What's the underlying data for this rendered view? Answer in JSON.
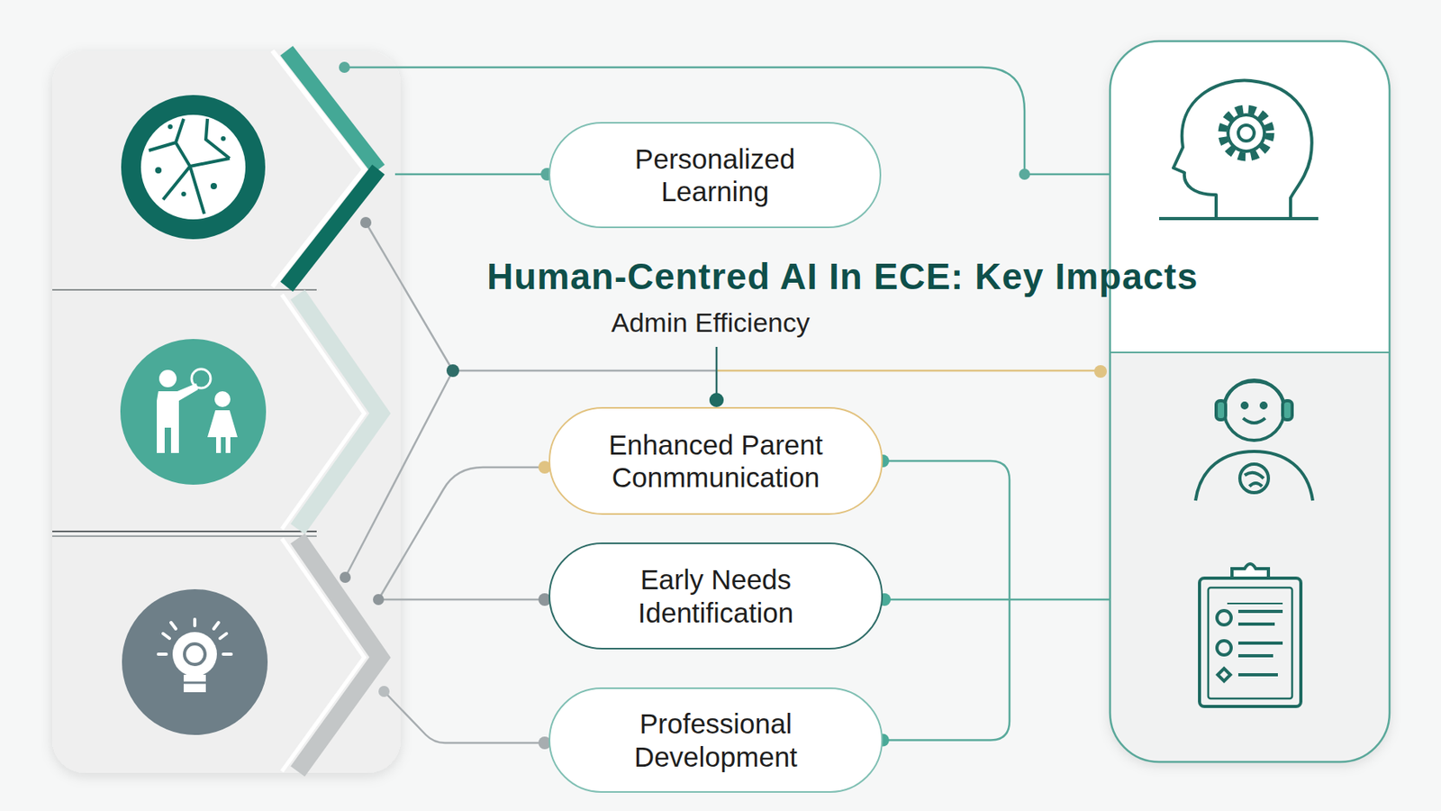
{
  "diagram": {
    "title": "Human-Centred AI In ECE: Key Impacts",
    "nodes": [
      {
        "text": [
          "Personalized Learning"
        ]
      },
      {
        "text": [
          "Enhanced Parent Conmmunication"
        ]
      },
      {
        "text": [
          "Early Needs Identification"
        ]
      },
      {
        "text": [
          "Professional Development"
        ]
      }
    ],
    "edges": [
      {
        "from": 1,
        "to": 3,
        "arrow": "none"
      }
    ],
    "labels": [
      "Admin Efficiency"
    ]
  }
}
